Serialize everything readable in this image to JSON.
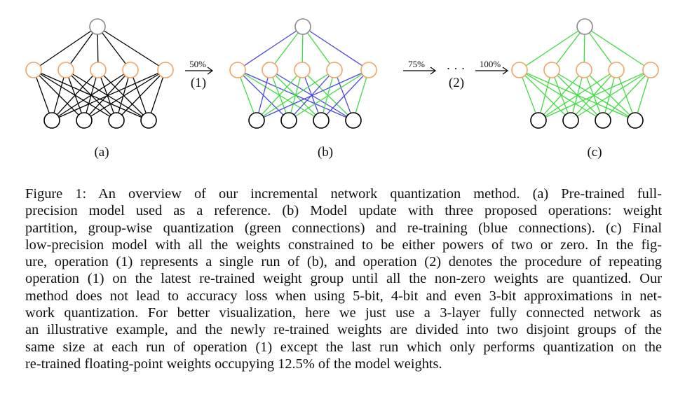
{
  "figure": {
    "panels": [
      {
        "id": "a",
        "label": "(a)",
        "top_edges": "black",
        "bottom_edges": "black"
      },
      {
        "id": "b",
        "label": "(b)",
        "top_edges": "mixed",
        "bottom_edges": "mixed"
      },
      {
        "id": "c",
        "label": "(c)",
        "top_edges": "green",
        "bottom_edges": "green"
      }
    ],
    "arrows": [
      {
        "top": "50%",
        "bottom": "(1)"
      },
      {
        "top": "75%",
        "bottom": ""
      },
      {
        "top": "100%",
        "bottom": ""
      }
    ],
    "ellipsis": "· · ·",
    "op2_label": "(2)",
    "colors": {
      "black": "#000000",
      "green": "#3fdc3f",
      "blue": "#4a4ae0",
      "orange": "#f4a261",
      "gray": "#888888"
    }
  },
  "caption": {
    "lines": [
      "Figure 1:  An overview of our incremental network quantization method.  (a) Pre-trained full-",
      "precision model used as a reference.  (b) Model update with three proposed operations:  weight",
      "partition, group-wise quantization (green connections) and re-training (blue connections). (c) Final",
      "low-precision model with all the weights constrained to be either powers of two or zero.  In the fig-",
      "ure, operation (1) represents a single run of (b), and operation (2) denotes the procedure of repeating",
      "operation (1) on the latest re-trained weight group until all the non-zero weights are quantized.  Our",
      "method does not lead to accuracy loss when using 5-bit, 4-bit and even 3-bit approximations in net-",
      "work quantization.  For better visualization, here we just use a 3-layer fully connected network as",
      "an illustrative example, and the newly re-trained weights are divided into two disjoint groups of the",
      "same size at each run of operation (1) except the last run which only performs quantization on the",
      "re-trained floating-point weights occupying 12.5% of the model weights."
    ]
  }
}
